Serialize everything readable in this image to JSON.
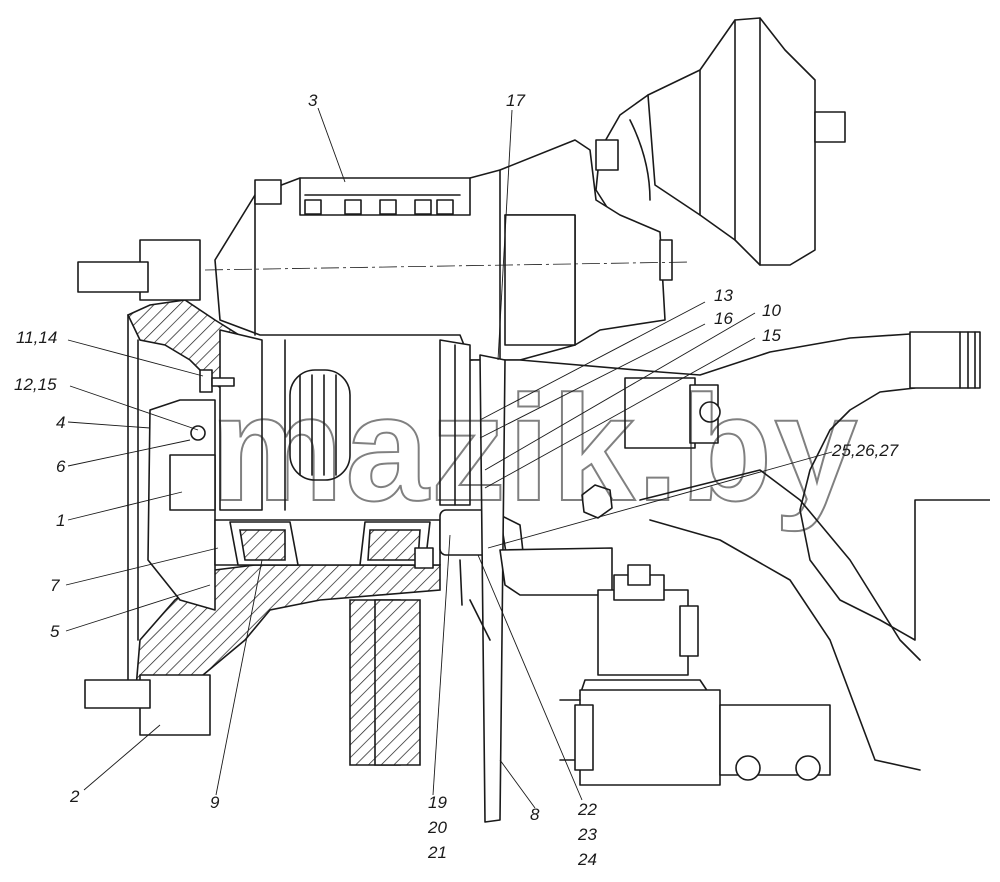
{
  "watermark": "mazik.by",
  "callouts": {
    "c3": "3",
    "c17": "17",
    "c13": "13",
    "c16": "16",
    "c10": "10",
    "c15": "15",
    "c11_14": "11,14",
    "c12_15": "12,15",
    "c4": "4",
    "c6": "6",
    "c1": "1",
    "c7": "7",
    "c5": "5",
    "c25_26_27": "25,26,27",
    "c2": "2",
    "c9": "9",
    "c19": "19",
    "c20": "20",
    "c21": "21",
    "c8": "8",
    "c22": "22",
    "c23": "23",
    "c24": "24"
  }
}
